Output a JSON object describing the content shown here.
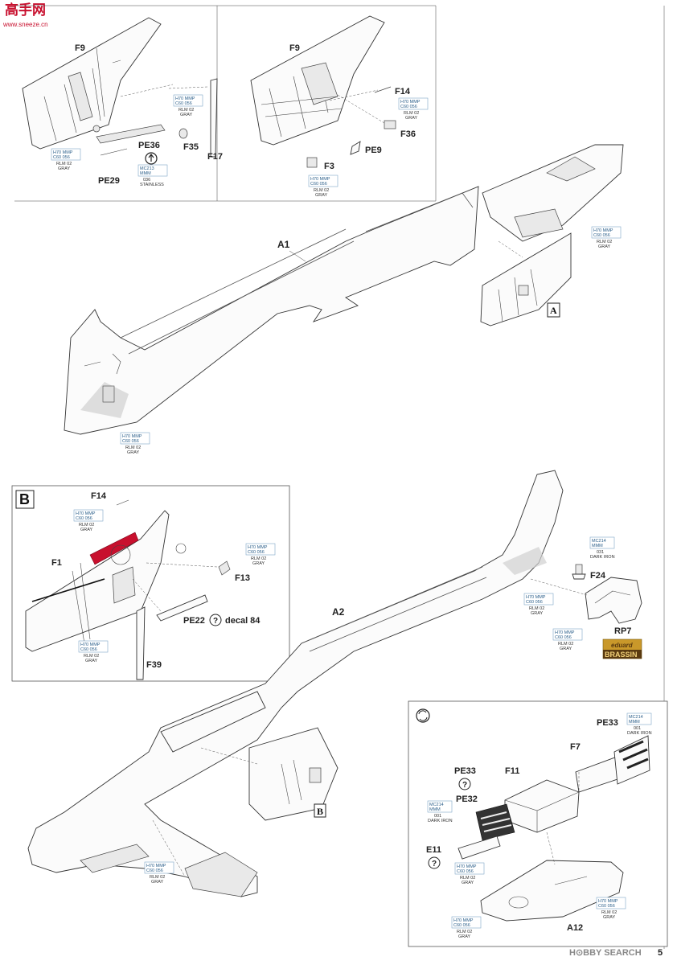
{
  "site_logo": {
    "chars": "高手网",
    "url_text": "www.sneeze.cn"
  },
  "parts": {
    "F9_left": "F9",
    "F9_right": "F9",
    "PE36": "PE36",
    "F35": "F35",
    "F17": "F17",
    "PE29": "PE29",
    "F14_top": "F14",
    "F36": "F36",
    "PE9": "PE9",
    "F3": "F3",
    "A1": "A1",
    "A2": "A2",
    "F14_b": "F14",
    "F1": "F1",
    "F13": "F13",
    "PE22": "PE22",
    "decal": "decal 84",
    "F39": "F39",
    "F24": "F24",
    "RP7": "RP7",
    "PE33_top": "PE33",
    "F7": "F7",
    "F11": "F11",
    "PE33_q": "PE33",
    "PE32": "PE32",
    "E11": "E11",
    "A12": "A12"
  },
  "section_tags": {
    "A": "A",
    "B_box": "B",
    "B_small": "B"
  },
  "paint_gray": {
    "line1": "H70  MMP",
    "line2": "C60  056",
    "line3": "RLM 02",
    "line4": "GRAY"
  },
  "paint_iron": {
    "line1": "MC214",
    "line2": "MMM",
    "line3": "001",
    "line4": "DARK IRON"
  },
  "paint_iron_b": {
    "line1": "MC214",
    "line2": "MMM",
    "line3": "031",
    "line4": "DARK IRON"
  },
  "paint_steel": {
    "line1": "MC213",
    "line2": "MMM",
    "line3": "036",
    "line4": "STAINLESS"
  },
  "brassin": {
    "top": "eduard",
    "bottom": "BRASSIN"
  },
  "footer": {
    "watermark": "H⊙BBY SEARCH",
    "page_num": "5"
  },
  "colors": {
    "accent_red": "#c8102e",
    "paint_blue": "#2b5f8a",
    "brassin_gold": "#c9982a"
  }
}
